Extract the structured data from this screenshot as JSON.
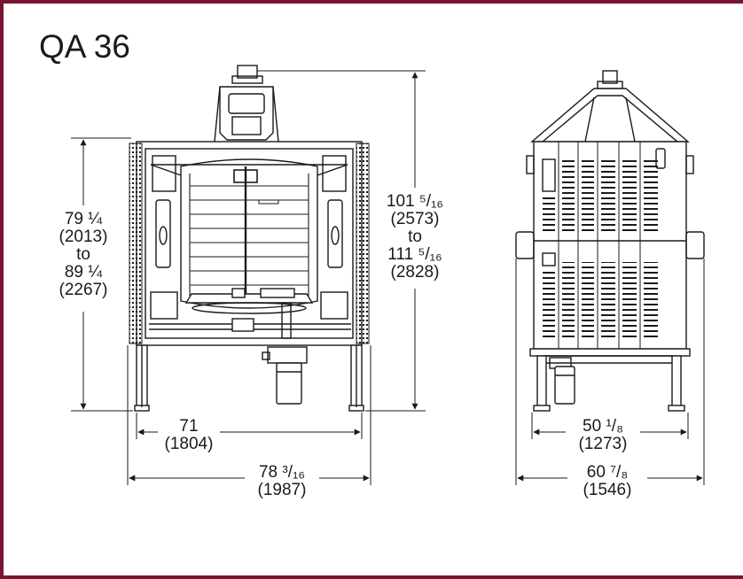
{
  "title": "QA 36",
  "colors": {
    "frame_accent": "#7a1530",
    "frame_secondary": "#1f3b78",
    "line": "#1a1a1a"
  },
  "dimensions": {
    "front_height": {
      "line1": "79 ¼",
      "line2": "(2013)",
      "line3": "to",
      "line4": "89 ¼",
      "line5": "(2267)"
    },
    "overall_height": {
      "line1": "101 ⁵/₁₆",
      "line2": "(2573)",
      "line3": "to",
      "line4": "111 ⁵/₁₆",
      "line5": "(2828)"
    },
    "front_inner_width": {
      "line1": "71",
      "line2": "(1804)"
    },
    "front_outer_width": {
      "line1": "78 ³/₁₆",
      "line2": "(1987)"
    },
    "side_inner_width": {
      "line1": "50 ¹/₈",
      "line2": "(1273)"
    },
    "side_outer_width": {
      "line1": "60 ⁷/₈",
      "line2": "(1546)"
    }
  },
  "views": {
    "front": {
      "name": "front-elevation"
    },
    "side": {
      "name": "side-elevation"
    }
  }
}
